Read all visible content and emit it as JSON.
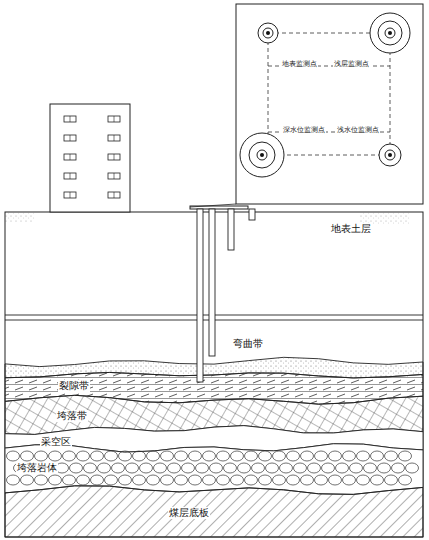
{
  "diagram": {
    "labels": [
      "地表土层",
      "弯曲带",
      "裂隙带",
      "垮落带",
      "采空区",
      "垮落岩体",
      "煤层底板",
      "地表监测点",
      "浅层监测点",
      "深水位监测点",
      "浅水位监测点"
    ]
  }
}
